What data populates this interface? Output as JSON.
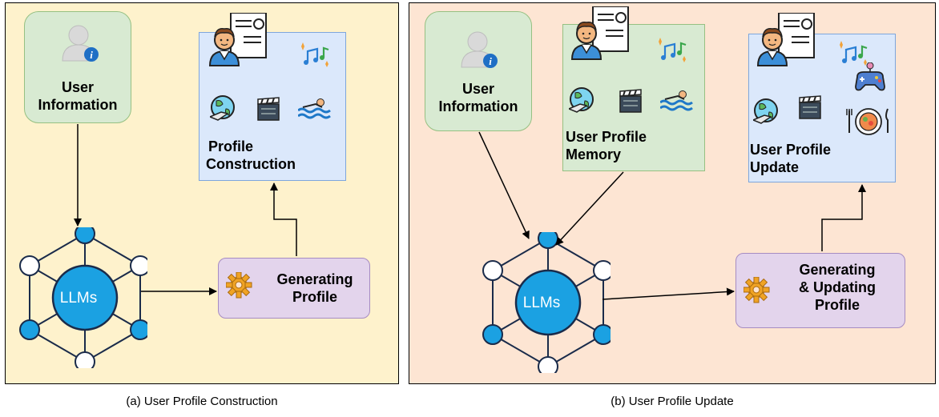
{
  "panel_a": {
    "user_info_label": [
      "User",
      "Information"
    ],
    "llm_label": "LLMs",
    "generator_label": [
      "Generating",
      "Profile"
    ],
    "profile_label": [
      "Profile",
      "Construction"
    ],
    "caption": "(a) User Profile Construction"
  },
  "panel_b": {
    "user_info_label": [
      "User",
      "Information"
    ],
    "memory_label": [
      "User Profile",
      "Memory"
    ],
    "llm_label": "LLMs",
    "generator_label": [
      "Generating",
      "& Updating",
      "Profile"
    ],
    "update_label": [
      "User Profile",
      "Update"
    ],
    "caption": "(b) User Profile Update"
  },
  "colors": {
    "panel_a_bg": "#fef2cc",
    "panel_b_bg": "#fde5d3",
    "user_box": "#d8ead2",
    "profile_box": "#dbe8fb",
    "generator_box": "#e3d4ec",
    "llm_node_filled": "#1ba1e2",
    "llm_node_empty": "#ffffff"
  },
  "icons": [
    "user-info-icon",
    "resume-icon",
    "music-icon",
    "travel-icon",
    "movie-icon",
    "swimming-icon",
    "gamepad-icon",
    "food-icon",
    "gear-icon"
  ]
}
